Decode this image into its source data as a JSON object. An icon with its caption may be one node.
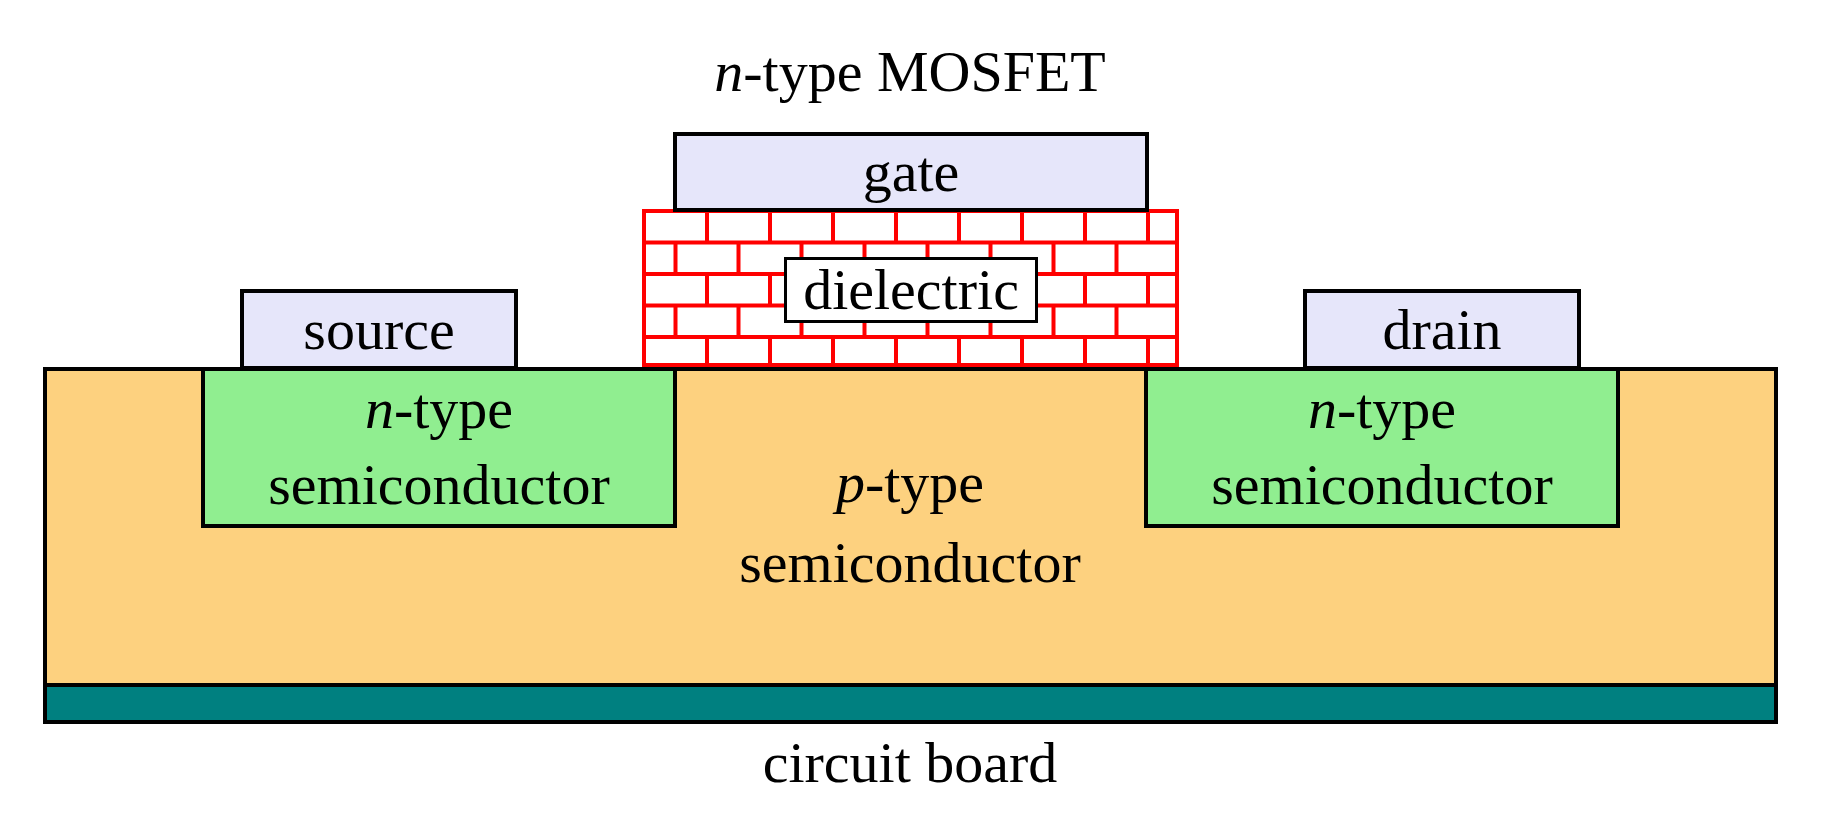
{
  "diagram": {
    "title": "*n*-type MOSFET",
    "nodes": [
      {
        "text": [
          "gate"
        ]
      },
      {
        "text": [
          "dielectric"
        ]
      },
      {
        "text": [
          "source"
        ]
      },
      {
        "text": [
          "drain"
        ]
      },
      {
        "text": [
          "*p*-type semiconductor"
        ]
      },
      {
        "text": [
          "*n*-type semiconductor"
        ],
        "in": 4
      },
      {
        "text": [
          "*n*-type semiconductor"
        ],
        "in": 4
      },
      {
        "text": [
          "circuit board"
        ]
      }
    ]
  }
}
